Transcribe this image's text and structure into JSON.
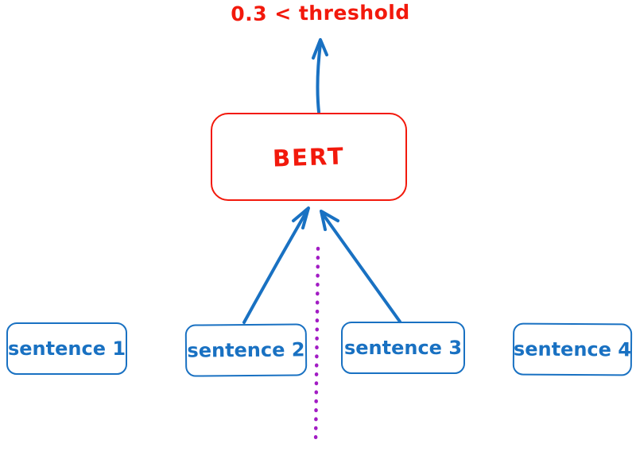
{
  "colors": {
    "red": "#f2190c",
    "blue": "#1971c2",
    "purple": "#a21cc4",
    "bg": "#ffffff"
  },
  "threshold": {
    "label": "0.3 < threshold"
  },
  "model": {
    "label": "BERT"
  },
  "sentences": [
    {
      "label": "sentence 1"
    },
    {
      "label": "sentence 2"
    },
    {
      "label": "sentence 3"
    },
    {
      "label": "sentence 4"
    }
  ],
  "arrows": [
    {
      "name": "bert-to-threshold",
      "from": "BERT",
      "to": "0.3 < threshold"
    },
    {
      "name": "sentence2-to-bert",
      "from": "sentence 2",
      "to": "BERT"
    },
    {
      "name": "sentence3-to-bert",
      "from": "sentence 3",
      "to": "BERT"
    }
  ],
  "divider": {
    "style": "dotted",
    "between": [
      "sentence 2",
      "sentence 3"
    ]
  }
}
